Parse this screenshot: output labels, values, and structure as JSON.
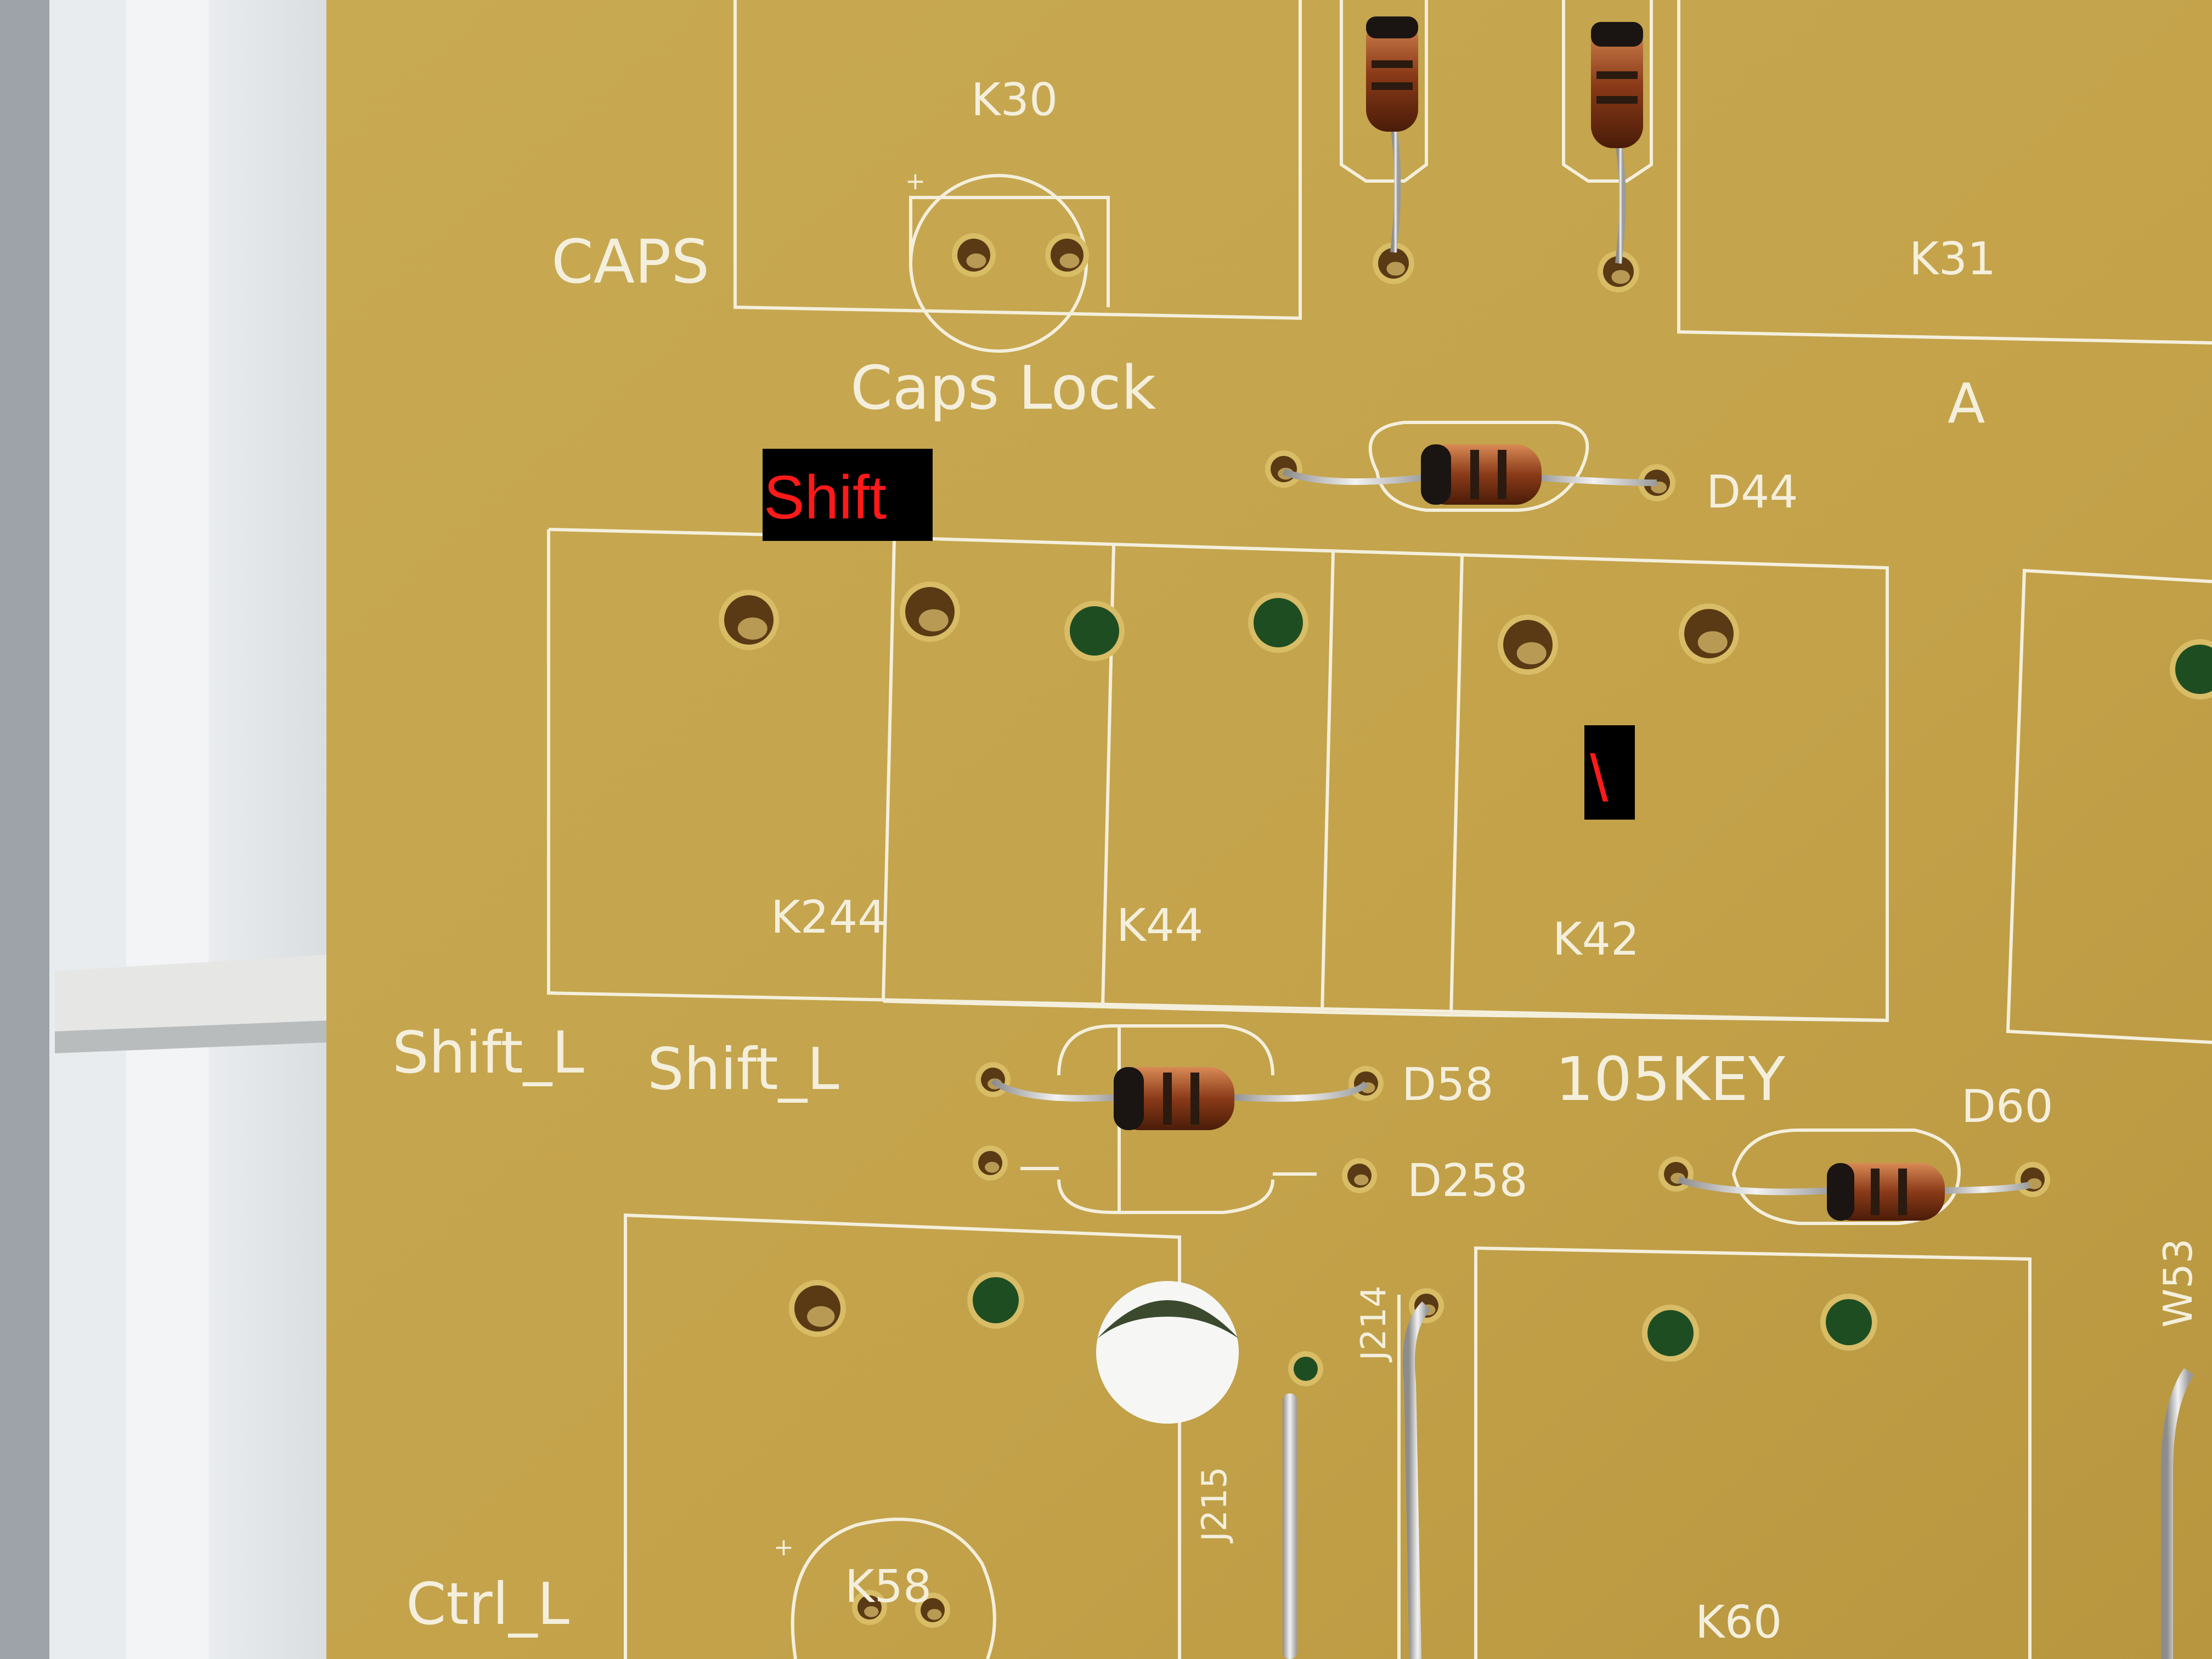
{
  "photo": {
    "board_color": "#c4a44b",
    "silkscreen_color": "#f4efdc",
    "annotation_color": "#ff1a1a",
    "annotation_bg": "#000000",
    "frame_color": "#dfe3e6"
  },
  "silkscreen": {
    "caps": "CAPS",
    "caps_lock": "Caps Lock",
    "k30": "K30",
    "k31": "K31",
    "a": "A",
    "d44": "D44",
    "k244": "K244",
    "k44": "K44",
    "k42": "K42",
    "shift_l_1": "Shift_L",
    "shift_l_2": "Shift_L",
    "d58": "D58",
    "d258": "D258",
    "model": "105KEY",
    "d60": "D60",
    "j214": "J214",
    "j215": "J215",
    "w53": "W53",
    "ctrl_l": "Ctrl_L",
    "k58": "K58",
    "k60": "K60"
  },
  "annotations": {
    "shift": "Shift",
    "backslash": "\\"
  }
}
